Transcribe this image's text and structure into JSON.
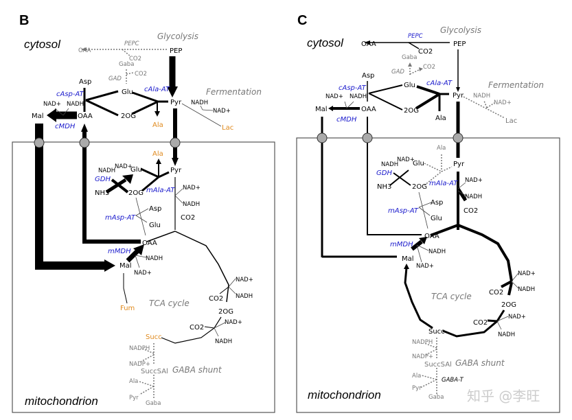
{
  "panel_b": {
    "letter": "B",
    "cytosol": "cytosol",
    "mitochondrion": "mitochondrion",
    "glycolysis": "Glycolysis",
    "pepc": "PEPC",
    "oaa_pepc": "OAA",
    "pep": "PEP",
    "co2_pepc": "CO2",
    "gaba_c": "Gaba",
    "gad": "GAD",
    "co2_gad": "CO2",
    "asp_c": "Asp",
    "casp_at": "cAsp-AT",
    "nadp_c": "NAD+",
    "nadh_c": "NADH",
    "mal_c": "Mal",
    "oaa_c": "OAA",
    "cmdh": "cMDH",
    "glu_c": "Glu",
    "cala_at": "cAla-AT",
    "pyr_c": "Pyr",
    "og_c": "2OG",
    "ala_c": "Ala",
    "fermentation": "Fermentation",
    "nadh_f": "NADH",
    "nadp_f": "NAD+",
    "lac": "Lac",
    "ala_m": "Ala",
    "pyr_m": "Pyr",
    "glu_m": "Glu",
    "nadh_gdh": "NADH",
    "nadp_gdh": "NAD+",
    "gdh": "GDH",
    "nh3": "NH3",
    "og_m": "2OG",
    "mala_at": "mAla-AT",
    "nadp_pdh": "NAD+",
    "nadh_pdh": "NADH",
    "asp_m": "Asp",
    "masp_at": "mAsp-AT",
    "glu_m2": "Glu",
    "co2_pdh": "CO2",
    "oaa_m": "OAA",
    "mmdh": "mMDH",
    "nadh_mdh": "NADH",
    "mal_m": "Mal",
    "nadp_mdh": "NAD+",
    "fum": "Fum",
    "tca": "TCA cycle",
    "nadp_idh": "NAD+",
    "nadh_idh": "NADH",
    "co2_idh": "CO2",
    "og_tca": "2OG",
    "co2_ogdh": "CO2",
    "nadp_ogdh": "NAD+",
    "nadh_ogdh": "NADH",
    "succ": "Succ",
    "nadph": "NADPH",
    "nadpp": "NADP+",
    "succsal": "SuccSAl",
    "gaba_shunt": "GABA shunt",
    "ala_g": "Ala",
    "pyr_g": "Pyr",
    "gaba_m": "Gaba"
  },
  "panel_c": {
    "letter": "C",
    "cytosol": "cytosol",
    "mitochondrion": "mitochondrion",
    "glycolysis": "Glycolysis",
    "pepc": "PEPC",
    "oaa_pepc": "OAA",
    "pep": "PEP",
    "co2_pepc": "CO2",
    "gaba_c": "Gaba",
    "gad": "GAD",
    "co2_gad": "CO2",
    "asp_c": "Asp",
    "casp_at": "cAsp-AT",
    "nadp_c": "NAD+",
    "nadh_c": "NADH",
    "mal_c": "Mal",
    "oaa_c": "OAA",
    "cmdh": "cMDH",
    "glu_c": "Glu",
    "cala_at": "cAla-AT",
    "pyr_c": "Pyr",
    "og_c": "2OG",
    "ala_c": "Ala",
    "fermentation": "Fermentation",
    "nadh_f": "NADH",
    "nadp_f": "NAD+",
    "lac": "Lac",
    "ala_m": "Ala",
    "pyr_m": "Pyr",
    "glu_m": "Glu",
    "nadh_gdh": "NADH",
    "nadp_gdh": "NAD+",
    "gdh": "GDH",
    "nh3": "NH3",
    "og_m": "2OG",
    "mala_at": "mAla-AT",
    "nadp_pdh": "NAD+",
    "nadh_pdh": "NADH",
    "asp_m": "Asp",
    "masp_at": "mAsp-AT",
    "glu_m2": "Glu",
    "co2_pdh": "CO2",
    "oaa_m": "OAA",
    "mmdh": "mMDH",
    "nadh_mdh": "NADH",
    "mal_m": "Mal",
    "nadp_mdh": "NAD+",
    "tca": "TCA cycle",
    "nadp_idh": "NAD+",
    "nadh_idh": "NADH",
    "co2_idh": "CO2",
    "og_tca": "2OG",
    "co2_ogdh": "CO2",
    "nadp_ogdh": "NAD+",
    "nadh_ogdh": "NADH",
    "succ": "Succ",
    "nadph": "NADPH",
    "nadpp": "NADP+",
    "succsal": "SuccSAl",
    "gaba_shunt": "GABA shunt",
    "gaba_t": "GABA-T",
    "ala_g": "Ala",
    "pyr_g": "Pyr",
    "gaba_m": "Gaba"
  },
  "watermark": "知乎 @李旺",
  "colors": {
    "enzyme": "#1a1acc",
    "highlight_metabolite": "#e08a1e",
    "inactive": "#777777",
    "transporter": "#aaaaaa"
  }
}
